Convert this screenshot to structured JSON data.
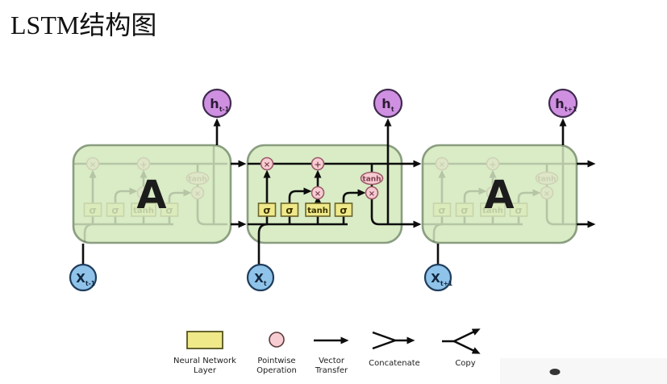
{
  "title": "LSTM结构图",
  "colors": {
    "box_fill": "#d9ecc6",
    "box_border": "#8a9e80",
    "output_node_fill": "#cf90e2",
    "output_node_border": "#402b4e",
    "input_node_fill": "#8fc3ea",
    "input_node_border": "#1f3d5c",
    "gate_fill": "#efe98a",
    "gate_border": "#6b6426",
    "pointwise_fill": "#f7ccd2",
    "pointwise_border": "#9c5a68",
    "line": "#0d0d0d"
  },
  "diagram": {
    "cells": [
      {
        "label": "A"
      },
      {
        "label": ""
      },
      {
        "label": "A"
      }
    ],
    "outputs": [
      {
        "main": "h",
        "sub": "t-1"
      },
      {
        "main": "h",
        "sub": "t"
      },
      {
        "main": "h",
        "sub": "t+1"
      }
    ],
    "inputs": [
      {
        "main": "X",
        "sub": "t-1"
      },
      {
        "main": "X",
        "sub": "t"
      },
      {
        "main": "X",
        "sub": "t+1"
      }
    ],
    "gates": [
      "σ",
      "σ",
      "tanh",
      "σ"
    ],
    "pointwise": {
      "mult": "×",
      "add": "+",
      "tanh": "tanh"
    }
  },
  "legend": {
    "items": [
      {
        "symbol": "neural-network-layer",
        "lines": [
          "Neural Network",
          "Layer"
        ]
      },
      {
        "symbol": "pointwise-operation",
        "lines": [
          "Pointwise",
          "Operation"
        ]
      },
      {
        "symbol": "vector-transfer",
        "lines": [
          "Vector",
          "Transfer"
        ]
      },
      {
        "symbol": "concatenate",
        "lines": [
          "Concatenate"
        ]
      },
      {
        "symbol": "copy",
        "lines": [
          "Copy"
        ]
      }
    ]
  }
}
